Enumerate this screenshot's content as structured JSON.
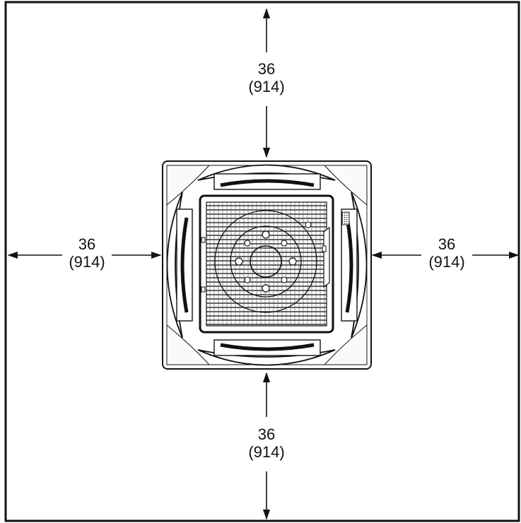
{
  "dimensions": {
    "top": {
      "inches": "36",
      "mm": "(914)"
    },
    "bottom": {
      "inches": "36",
      "mm": "(914)"
    },
    "left": {
      "inches": "36",
      "mm": "(914)"
    },
    "right": {
      "inches": "36",
      "mm": "(914)"
    }
  },
  "colors": {
    "line": "#111111",
    "background": "#ffffff"
  }
}
